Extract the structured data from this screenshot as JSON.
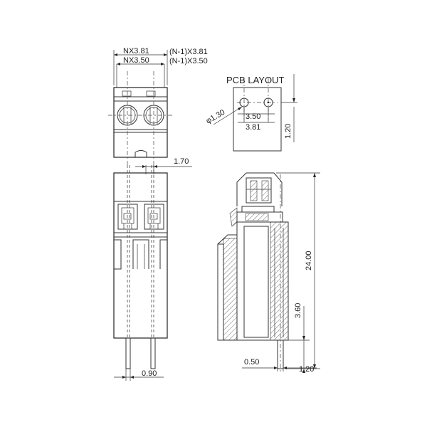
{
  "dims": {
    "nx381": "NX3.81",
    "nx350": "NX3.50",
    "n1x381": "(N-1)X3.81",
    "n1x350": "(N-1)X3.50",
    "d170": "1.70",
    "d090": "0.90",
    "d050": "0.50",
    "d120": "1.20",
    "d360": "3.60",
    "d2400": "24.00"
  },
  "pcb": {
    "title": "PCB LAYOUT",
    "hole": "φ1.30",
    "pitch1": "3.50",
    "pitch2": "3.81",
    "row": "1.20"
  }
}
